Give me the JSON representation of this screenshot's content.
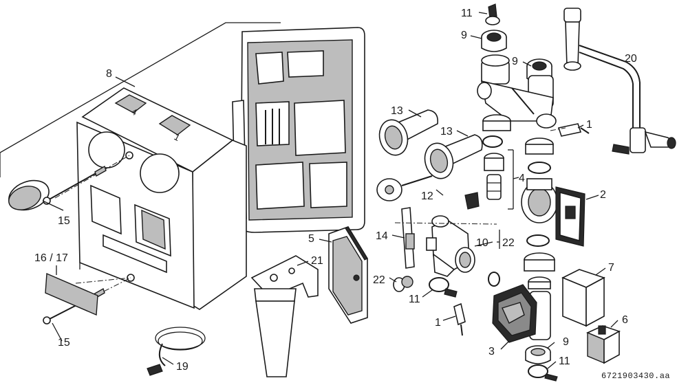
{
  "drawing_ref": "6721903430.aa",
  "labels": {
    "l1a": "1",
    "l1b": "1",
    "l2": "2",
    "l3": "3",
    "l4": "4",
    "l5": "5",
    "l6": "6",
    "l7": "7",
    "l8": "8",
    "l9a": "9",
    "l9b": "9",
    "l9c": "9",
    "l10": "10",
    "l22a": "22",
    "l11a": "11",
    "l11b": "11",
    "l11c": "11",
    "l12": "12",
    "l13a": "13",
    "l13b": "13",
    "l14": "14",
    "l15a": "15",
    "l15b": "15",
    "l1617": "16 / 17",
    "l19": "19",
    "l20": "20",
    "l21": "21",
    "l22b": "22"
  },
  "front_marks": {
    "m4": "4",
    "m1": "1"
  }
}
